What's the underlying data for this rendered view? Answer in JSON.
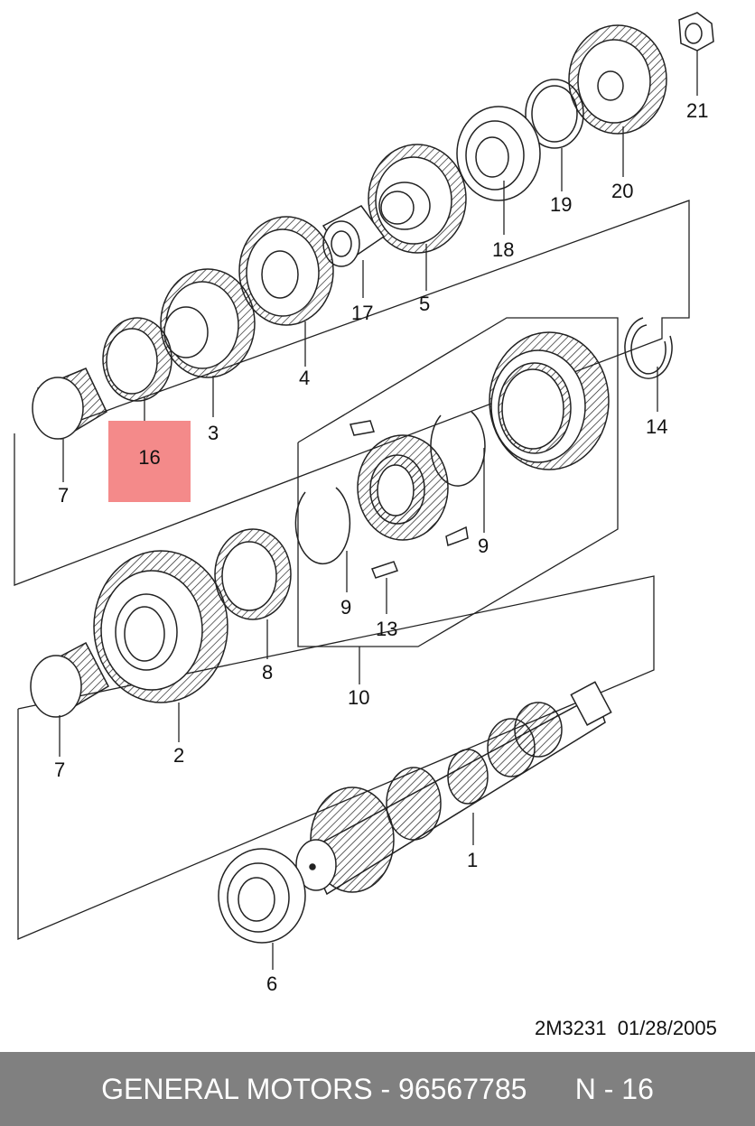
{
  "diagram": {
    "part_labels": {
      "p1": "1",
      "p2": "2",
      "p3": "3",
      "p4": "4",
      "p5": "5",
      "p6": "6",
      "p7a": "7",
      "p7b": "7",
      "p8": "8",
      "p9a": "9",
      "p9b": "9",
      "p10": "10",
      "p13": "13",
      "p14": "14",
      "p17": "17",
      "p18": "18",
      "p19": "19",
      "p20": "20",
      "p21": "21"
    },
    "highlight": {
      "label": "16",
      "color": "#f48a8a"
    },
    "drawing_id": "2M3231  01/28/2005"
  },
  "footer": {
    "brand_part": "GENERAL MOTORS - 96567785",
    "page_ref": "N - 16",
    "background": "#808080"
  }
}
